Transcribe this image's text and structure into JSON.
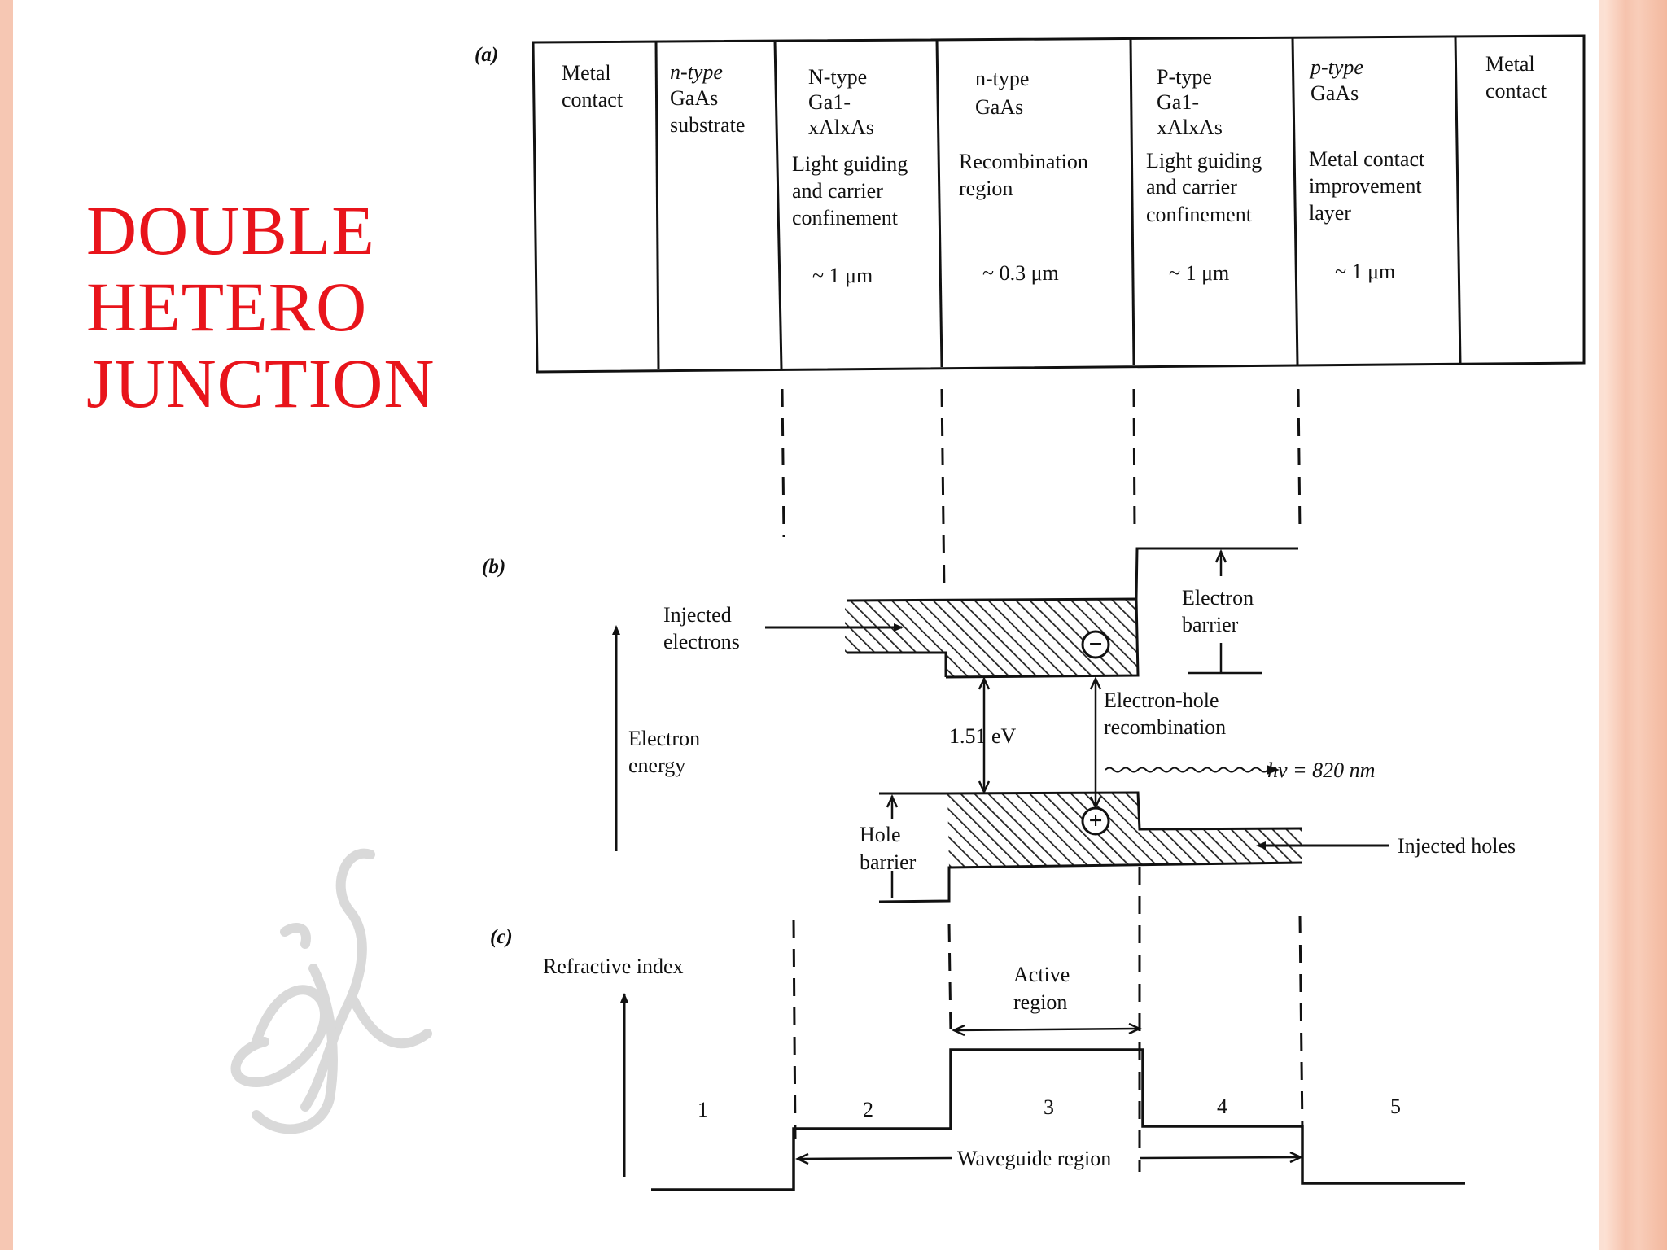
{
  "title": {
    "lines": [
      "DOUBLE",
      "HETERO",
      "JUNCTION"
    ]
  },
  "panel_labels": {
    "a": "(a)",
    "b": "(b)",
    "c": "(c)"
  },
  "layers": [
    {
      "lines": [
        "Metal",
        "contact"
      ]
    },
    {
      "lines": [
        "n-type",
        "GaAs",
        "substrate"
      ]
    },
    {
      "lines": [
        "N-type",
        "Ga1-",
        "xAlxAs"
      ],
      "desc": [
        "Light guiding",
        "and carrier",
        "confinement"
      ],
      "thickness": "~ 1 μm"
    },
    {
      "lines": [
        "n-type",
        "GaAs"
      ],
      "desc": [
        "Recombination",
        "region"
      ],
      "thickness": "~ 0.3 μm"
    },
    {
      "lines": [
        "P-type",
        "Ga1-",
        "xAlxAs"
      ],
      "desc": [
        "Light guiding",
        "and carrier",
        "confinement"
      ],
      "thickness": "~ 1 μm"
    },
    {
      "lines": [
        "p-type",
        "GaAs"
      ],
      "desc": [
        "Metal contact",
        "improvement",
        "layer"
      ],
      "thickness": "~ 1 μm"
    },
    {
      "lines": [
        "Metal",
        "contact"
      ]
    }
  ],
  "band": {
    "injected_electrons": [
      "Injected",
      "electrons"
    ],
    "electron_energy": [
      "Electron",
      "energy"
    ],
    "bandgap": "1.51 eV",
    "electron_barrier": [
      "Electron",
      "barrier"
    ],
    "recombination": [
      "Electron-hole",
      "recombination"
    ],
    "photon": "hν = 820 nm",
    "hole_barrier": [
      "Hole",
      "barrier"
    ],
    "injected_holes": "Injected holes",
    "minus_symbol": "−",
    "plus_symbol": "+"
  },
  "index": {
    "ylabel": "Refractive index",
    "active_region": [
      "Active",
      "region"
    ],
    "waveguide_region": "Waveguide region",
    "region_numbers": [
      "1",
      "2",
      "3",
      "4",
      "5"
    ]
  },
  "colors": {
    "title": "#e8141b",
    "stripe": "#f6c7b3",
    "ink": "#111111"
  }
}
